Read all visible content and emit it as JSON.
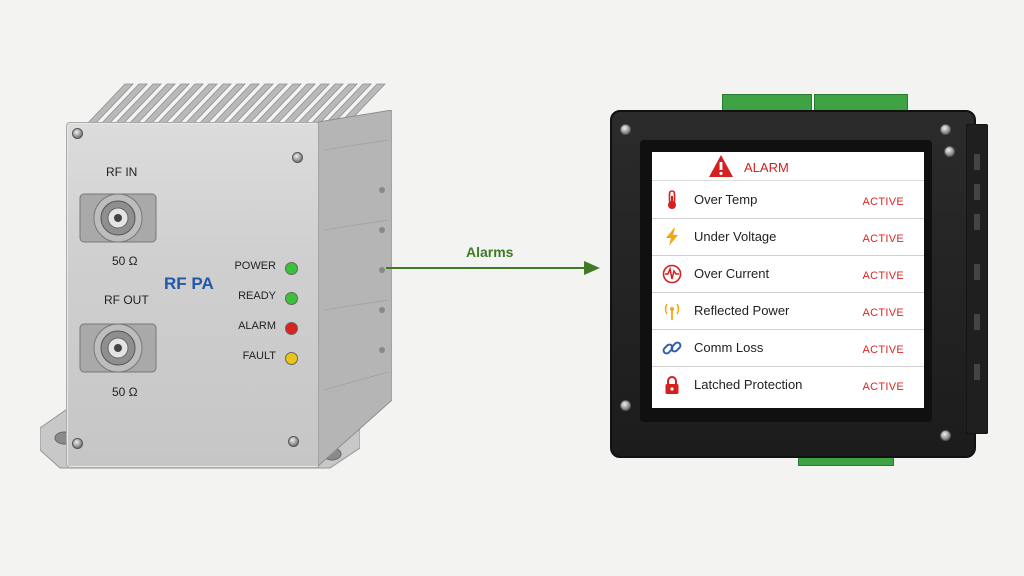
{
  "rf_pa": {
    "rf_in_label": "RF IN",
    "rf_in_impedance": "50 Ω",
    "rf_out_label": "RF OUT",
    "rf_out_impedance": "50 Ω",
    "title": "RF PA",
    "leds": [
      {
        "label": "POWER",
        "color": "#3cc23a"
      },
      {
        "label": "READY",
        "color": "#3cc23a"
      },
      {
        "label": "ALARM",
        "color": "#d8241e"
      },
      {
        "label": "FAULT",
        "color": "#e9c417"
      }
    ]
  },
  "connector": {
    "label": "Alarms",
    "color": "#3f7a24"
  },
  "hmi": {
    "header": "ALARM",
    "rows": [
      {
        "name": "Over Temp",
        "status": "ACTIVE",
        "icon": "thermometer-icon"
      },
      {
        "name": "Under Voltage",
        "status": "ACTIVE",
        "icon": "lightning-icon"
      },
      {
        "name": "Over Current",
        "status": "ACTIVE",
        "icon": "waveform-icon"
      },
      {
        "name": "Reflected Power",
        "status": "ACTIVE",
        "icon": "antenna-icon"
      },
      {
        "name": "Comm Loss",
        "status": "ACTIVE",
        "icon": "link-icon"
      },
      {
        "name": "Latched Protection",
        "status": "ACTIVE",
        "icon": "lock-icon"
      }
    ]
  }
}
